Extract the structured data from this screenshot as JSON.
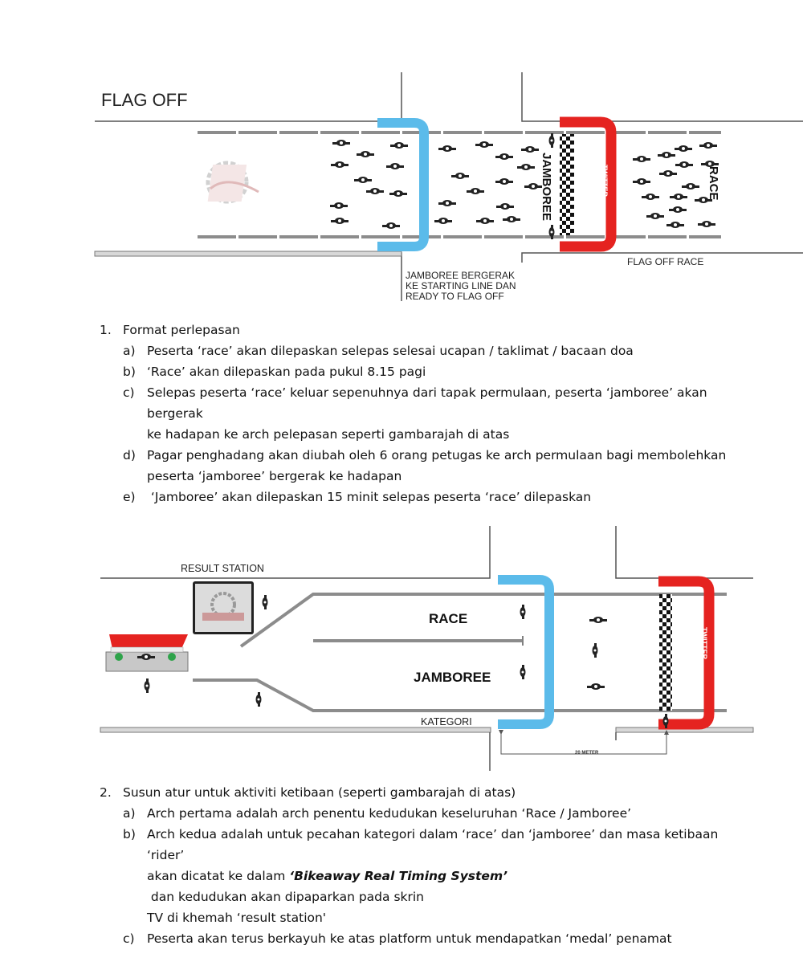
{
  "diagram1": {
    "title": "FLAG OFF",
    "arch_label": "TWITTER",
    "group_jamboree": "JAMBOREE",
    "group_race": "RACE",
    "caption_left_lines": [
      "JAMBOREE BERGERAK",
      "KE STARTING LINE DAN",
      "READY TO FLAG OFF"
    ],
    "caption_right": "FLAG OFF RACE",
    "colors": {
      "blue_arch": "#5bbbea",
      "red_arch": "#e52320",
      "road": "#9a9a9a"
    }
  },
  "section1": {
    "number": "1.",
    "heading": "Format perlepasan",
    "items": [
      {
        "letter": "a)",
        "lines": [
          "Peserta ‘race’ akan dilepaskan selepas selesai ucapan / taklimat / bacaan doa"
        ]
      },
      {
        "letter": "b)",
        "lines": [
          "‘Race’ akan dilepaskan pada pukul 8.15 pagi"
        ]
      },
      {
        "letter": "c)",
        "lines": [
          "Selepas peserta ‘race’ keluar sepenuhnya dari tapak permulaan, peserta ‘jamboree’ akan bergerak",
          "ke hadapan ke arch pelepasan seperti gambarajah di atas"
        ]
      },
      {
        "letter": "d)",
        "lines": [
          "Pagar penghadang akan diubah oleh 6 orang petugas ke arch permulaan bagi membolehkan",
          "peserta ‘jamboree’ bergerak ke hadapan"
        ]
      },
      {
        "letter": "e)",
        "lines": [
          " ‘Jamboree’ akan dilepaskan 15 minit selepas peserta ‘race’ dilepaskan"
        ]
      }
    ]
  },
  "diagram2": {
    "label_result_station": "RESULT STATION",
    "label_race": "RACE",
    "label_jamboree": "JAMBOREE",
    "label_kategori": "KATEGORI",
    "label_distance": "20 METER",
    "arch_label": "TWITTER"
  },
  "section2": {
    "number": "2.",
    "heading": "Susun atur untuk aktiviti ketibaan (seperti gambarajah di atas)",
    "item_a": {
      "letter": "a)",
      "text": "Arch pertama adalah arch penentu kedudukan keseluruhan ‘Race / Jamboree’"
    },
    "item_b": {
      "letter": "b)",
      "line1": "Arch kedua adalah untuk pecahan kategori dalam ‘race’ dan ‘jamboree’ dan masa ketibaan ‘rider’",
      "line2_pre": "akan dicatat ke dalam ",
      "line2_emph": "‘Bikeaway Real Timing System’",
      "line2_post": " dan kedudukan akan dipaparkan pada skrin",
      "line3": "TV di khemah ‘result station'"
    },
    "item_c": {
      "letter": "c)",
      "text": "Peserta akan terus berkayuh ke atas platform untuk mendapatkan ‘medal’ penamat"
    }
  }
}
